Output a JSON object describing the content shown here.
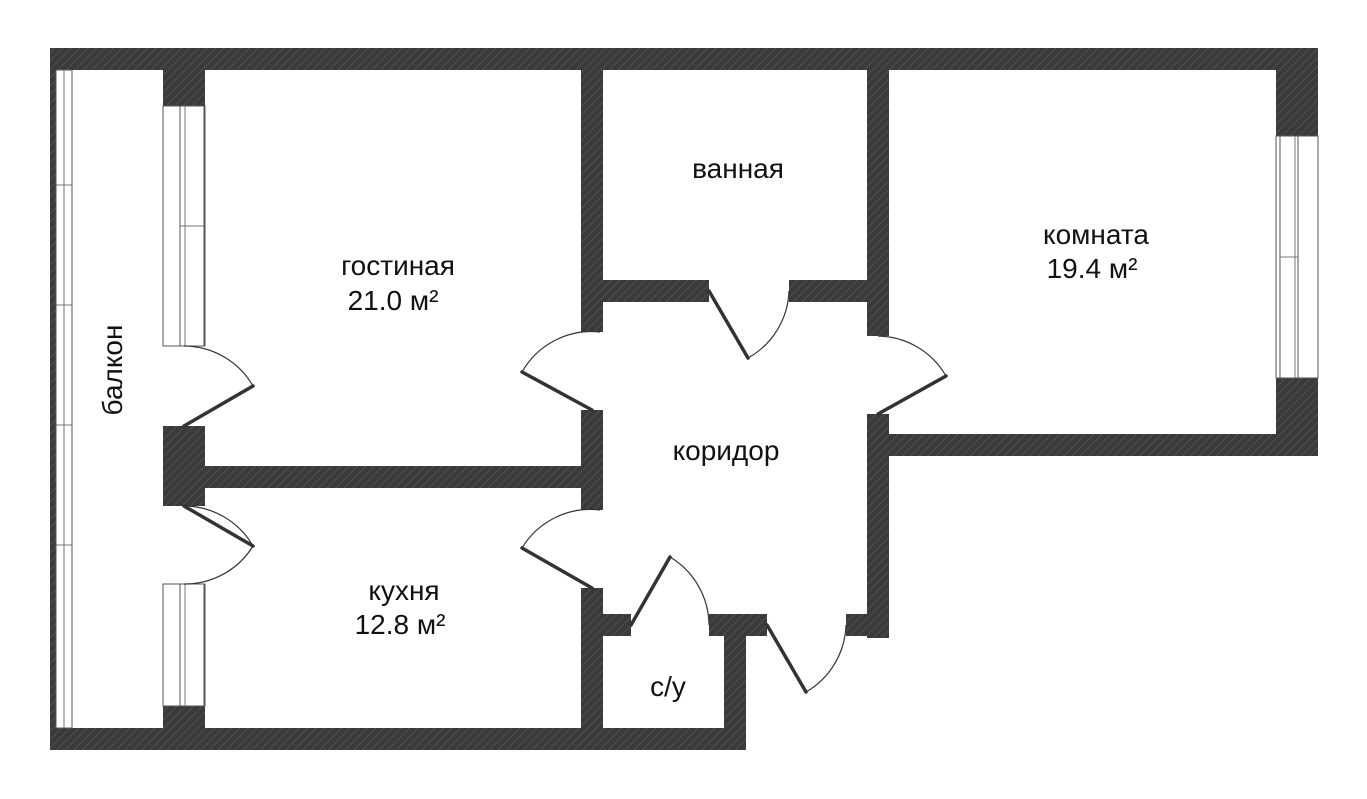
{
  "colors": {
    "wall": "#3a3a3a",
    "hatch": "#555555",
    "background": "#ffffff"
  },
  "rooms": {
    "balcony": {
      "name": "балкон"
    },
    "living": {
      "name": "гостиная",
      "area": "21.0 м²"
    },
    "bathroom": {
      "name": "ванная"
    },
    "bedroom": {
      "name": "комната",
      "area": "19.4 м²"
    },
    "corridor": {
      "name": "коридор"
    },
    "kitchen": {
      "name": "кухня",
      "area": "12.8 м²"
    },
    "toilet": {
      "name": "с/у"
    }
  }
}
